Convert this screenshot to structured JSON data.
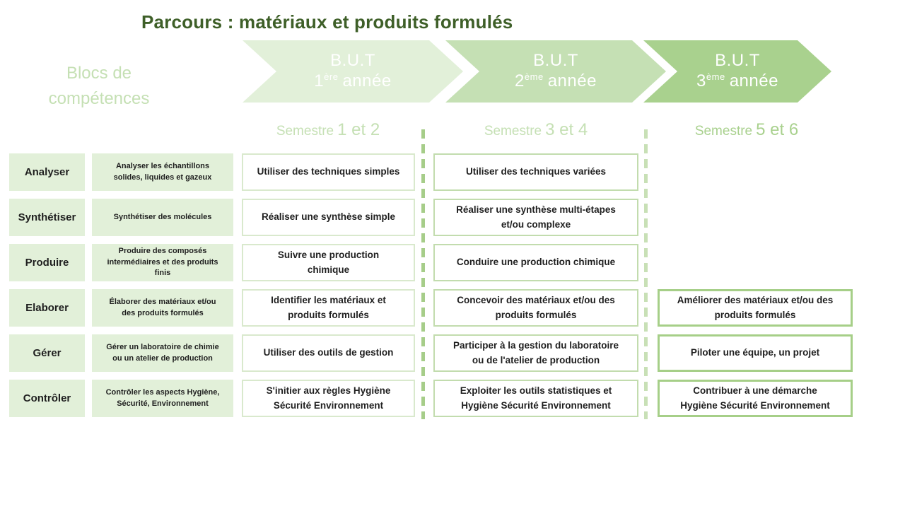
{
  "title": "Parcours : matériaux et produits formulés",
  "blocks_header": "Blocs de\ncompétences",
  "arrows": [
    {
      "line1": "B.U.T",
      "num": "1",
      "sup": "ère",
      "rest": "année"
    },
    {
      "line1": "B.U.T",
      "num": "2",
      "sup": "ème",
      "rest": "année"
    },
    {
      "line1": "B.U.T",
      "num": "3",
      "sup": "ème",
      "rest": "année"
    }
  ],
  "semesters": [
    {
      "prefix": "Semestre",
      "numbers": "1 et 2"
    },
    {
      "prefix": "Semestre",
      "numbers": "3 et 4"
    },
    {
      "prefix": "Semestre",
      "numbers": "5 et 6"
    }
  ],
  "competences": [
    {
      "label": "Analyser",
      "description": "Analyser les échantillons\nsolides, liquides et gazeux",
      "sem12": "Utiliser des techniques simples",
      "sem34": "Utiliser des techniques variées",
      "sem56": null
    },
    {
      "label": "Synthétiser",
      "description": "Synthétiser des molécules",
      "sem12": "Réaliser une synthèse simple",
      "sem34": "Réaliser une synthèse multi-étapes\net/ou complexe",
      "sem56": null
    },
    {
      "label": "Produire",
      "description": "Produire des composés\nintermédiaires et des produits\nfinis",
      "sem12": "Suivre une production\nchimique",
      "sem34": "Conduire une production chimique",
      "sem56": null
    },
    {
      "label": "Elaborer",
      "description": "Élaborer des matériaux et/ou\ndes produits formulés",
      "sem12": "Identifier les matériaux et\nproduits formulés",
      "sem34": "Concevoir des matériaux et/ou des\nproduits formulés",
      "sem56": "Améliorer des matériaux et/ou des\nproduits formulés"
    },
    {
      "label": "Gérer",
      "description": "Gérer un laboratoire de chimie\nou un atelier de production",
      "sem12": "Utiliser des outils de gestion",
      "sem34": "Participer à la gestion du laboratoire\nou de l'atelier de production",
      "sem56": "Piloter une équipe, un projet"
    },
    {
      "label": "Contrôler",
      "description": "Contrôler les aspects Hygiène,\nSécurité, Environnement",
      "sem12": "S'initier aux règles Hygiène\nSécurité Environnement",
      "sem34": "Exploiter les outils statistiques et\nHygiène Sécurité Environnement",
      "sem56": "Contribuer à une démarche\nHygiène Sécurité Environnement"
    }
  ],
  "colors": {
    "title": "#3e5f28",
    "light": "#e2f0d9",
    "mid": "#c5e0b4",
    "dark": "#a9d18e",
    "b1": "#d9e9cd",
    "b2": "#c2dcae",
    "b3": "#a6cf88",
    "dash1": "#a6cd89",
    "dash2": "#c8e0b6"
  }
}
